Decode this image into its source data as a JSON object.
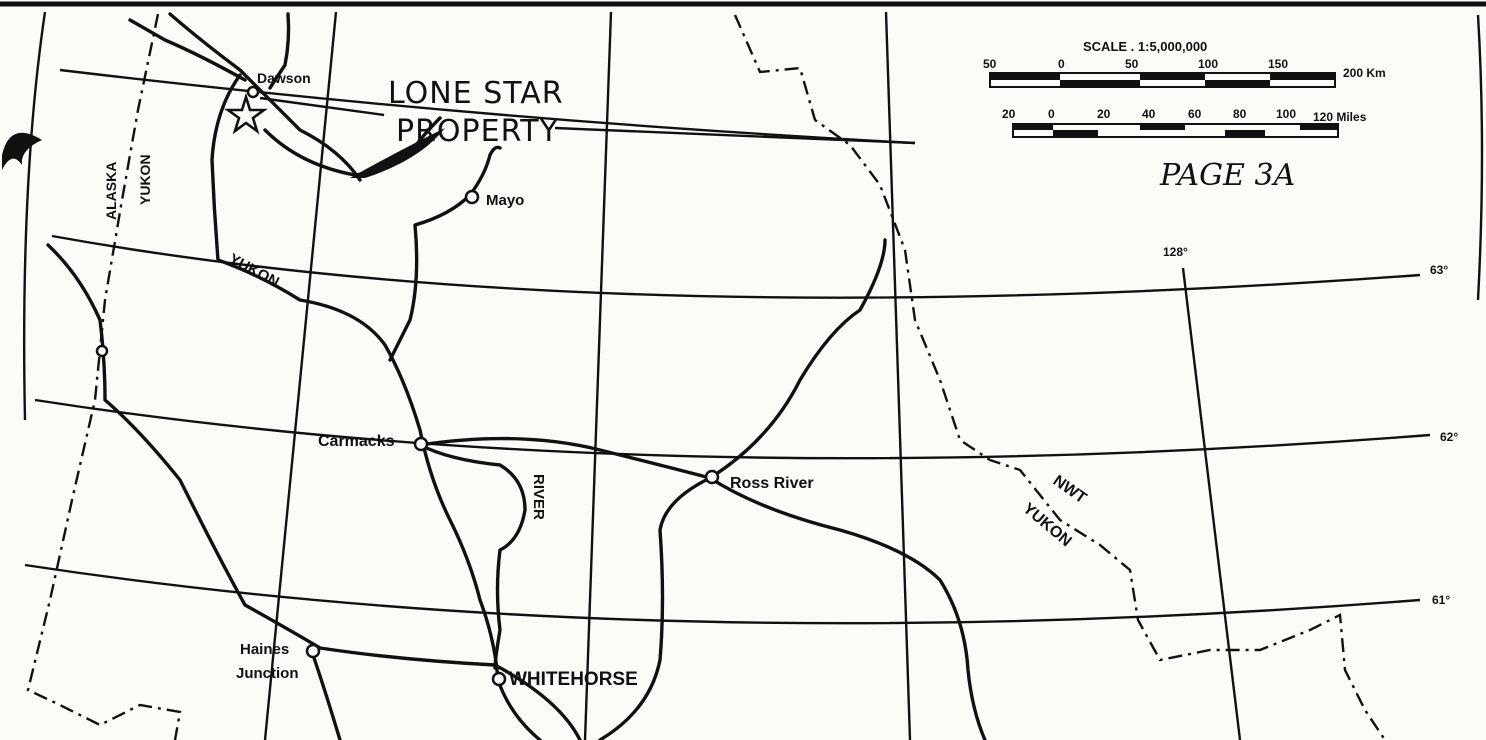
{
  "map": {
    "title_line1": "LONE STAR",
    "title_line2": "PROPERTY",
    "handwritten_note": "PAGE 3A",
    "scale": {
      "label": "SCALE . 1:5,000,000",
      "km_ticks": [
        "50",
        "0",
        "50",
        "100",
        "150",
        "200 Km"
      ],
      "mile_ticks": [
        "20",
        "0",
        "20",
        "40",
        "60",
        "80",
        "100",
        "120 Miles"
      ]
    },
    "towns": {
      "dawson": "Dawson",
      "mayo": "Mayo",
      "carmacks": "Carmacks",
      "ross_river": "Ross River",
      "haines_line1": "Haines",
      "haines_line2": "Junction",
      "whitehorse": "WHITEHORSE"
    },
    "regions": {
      "alaska": "ALASKA",
      "yukon_west": "YUKON",
      "nwt": "NWT",
      "yukon_east": "YUKON"
    },
    "rivers": {
      "yukon": "YUKON",
      "river": "RIVER"
    },
    "latitudes": {
      "lat63": "63°",
      "lat62": "62°",
      "lat61": "61°"
    },
    "longitudes": {
      "lon128": "128°"
    },
    "colors": {
      "ink": "#111111",
      "paper": "#fbfbf8"
    }
  }
}
